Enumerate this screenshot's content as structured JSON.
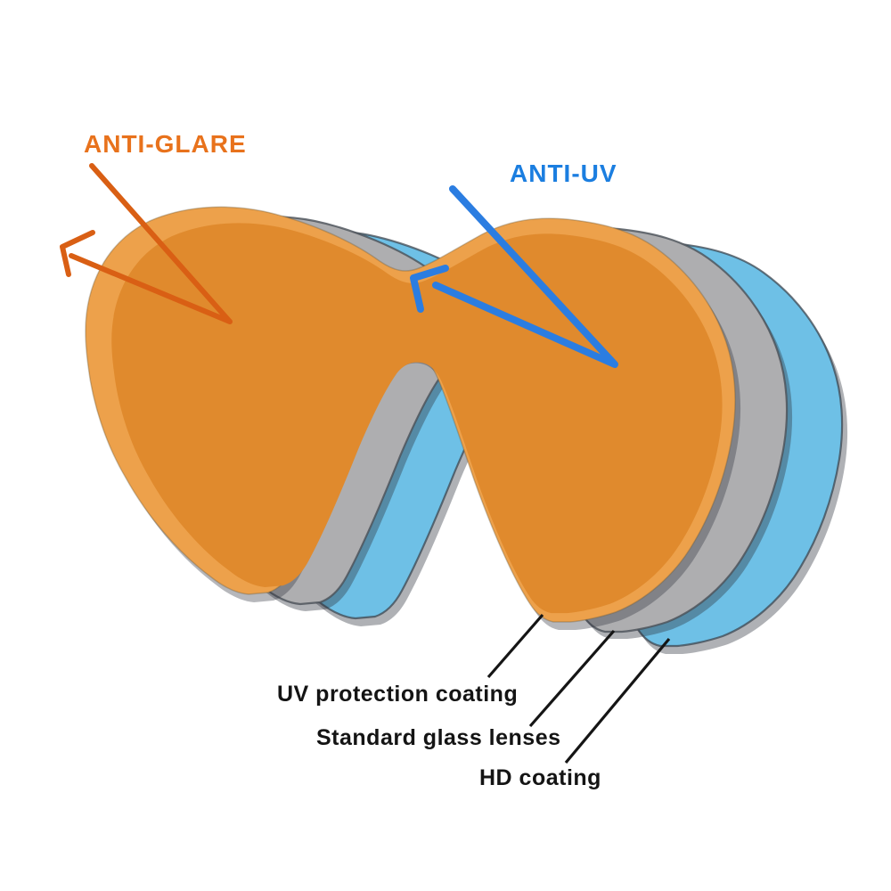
{
  "diagram": {
    "subject": "sunglasses lens coating layers",
    "background": "#ffffff"
  },
  "callouts": {
    "anti_glare": {
      "label": "ANTI-GLARE",
      "text_color": "#E8721C",
      "arrow_color": "#D95F14"
    },
    "anti_uv": {
      "label": "ANTI-UV",
      "text_color": "#1B7EE0",
      "arrow_color": "#2B7DE1"
    }
  },
  "layers": [
    {
      "name": "uv-protection-coating",
      "label": "UV protection coating",
      "color": "#EDA14B",
      "face_color": "#E08A2D"
    },
    {
      "name": "standard-glass-lenses",
      "label": "Standard glass lenses",
      "color": "#AEAEB0"
    },
    {
      "name": "hd-coating",
      "label": "HD coating",
      "color": "#6EC0E6"
    }
  ],
  "colors": {
    "edge_stroke": "#3E4750",
    "shadow": "rgba(45,50,60,0.38)",
    "pointer_line": "#151515"
  }
}
